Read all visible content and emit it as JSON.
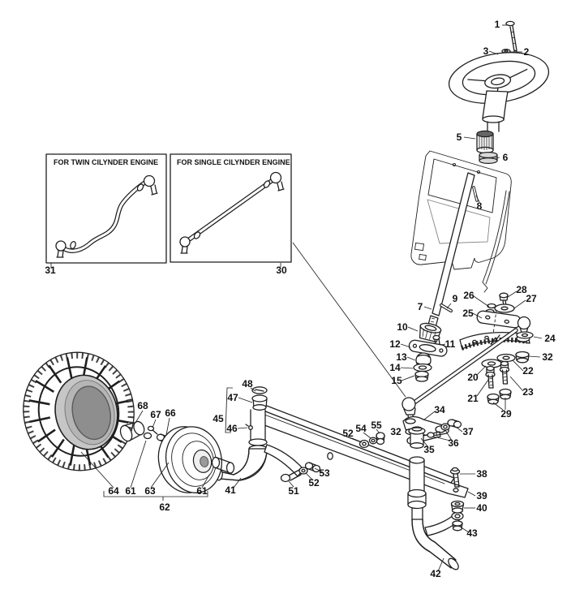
{
  "figure": {
    "type": "exploded-parts-diagram",
    "subject": "steering and front axle assembly"
  },
  "palette": {
    "background": "#ffffff",
    "line": "#1f1f1f",
    "tire_center": "#8e8e8e",
    "tire_sidewall": "#c6c6c6",
    "metal_light": "#d9d9d9"
  },
  "insets": {
    "twin": {
      "title": "FOR TWIN CILYNDER ENGINE",
      "callout": "31"
    },
    "single": {
      "title": "FOR SINGLE CILYNDER ENGINE",
      "callout": "30"
    }
  },
  "callouts": {
    "p1": "1",
    "p2": "2",
    "p3": "3",
    "p5": "5",
    "p6": "6",
    "p7": "7",
    "p8": "8",
    "p9": "9",
    "p10": "10",
    "p11": "11",
    "p12": "12",
    "p13": "13",
    "p14": "14",
    "p15": "15",
    "p20": "20",
    "p21": "21",
    "p22": "22",
    "p23": "23",
    "p24": "24",
    "p25": "25",
    "p26": "26",
    "p27": "27",
    "p28": "28",
    "p29": "29",
    "p30": "30",
    "p31": "31",
    "p32": "32",
    "p32b": "32",
    "p34": "34",
    "p35": "35",
    "p36": "36",
    "p37": "37",
    "p38": "38",
    "p39": "39",
    "p40": "40",
    "p41": "41",
    "p42": "42",
    "p43": "43",
    "p45": "45",
    "p46": "46",
    "p47": "47",
    "p48": "48",
    "p51": "51",
    "p52": "52",
    "p52b": "52",
    "p53": "53",
    "p54": "54",
    "p55": "55",
    "p61": "61",
    "p61b": "61",
    "p62": "62",
    "p63": "63",
    "p64": "64",
    "p66": "66",
    "p67": "67",
    "p68": "68"
  }
}
